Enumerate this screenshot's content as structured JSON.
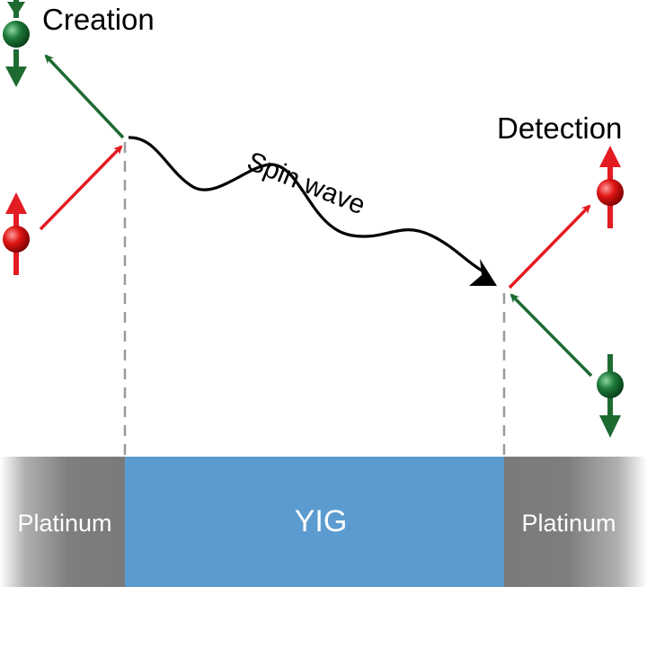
{
  "labels": {
    "creation": "Creation",
    "detection": "Detection",
    "spin_wave": "Spin wave",
    "platinum_left": "Platinum",
    "yig": "YIG",
    "platinum_right": "Platinum"
  },
  "colors": {
    "spin_up": "#e31b23",
    "spin_down": "#1e6b32",
    "yig": "#5b9bd0",
    "platinum": "#7a7a7a",
    "wave": "#000000",
    "dashed": "#9a9a9a"
  },
  "icons": {
    "spin_up_electron": "red-sphere-with-up-arrow",
    "spin_down_electron": "green-sphere-with-down-arrow"
  }
}
